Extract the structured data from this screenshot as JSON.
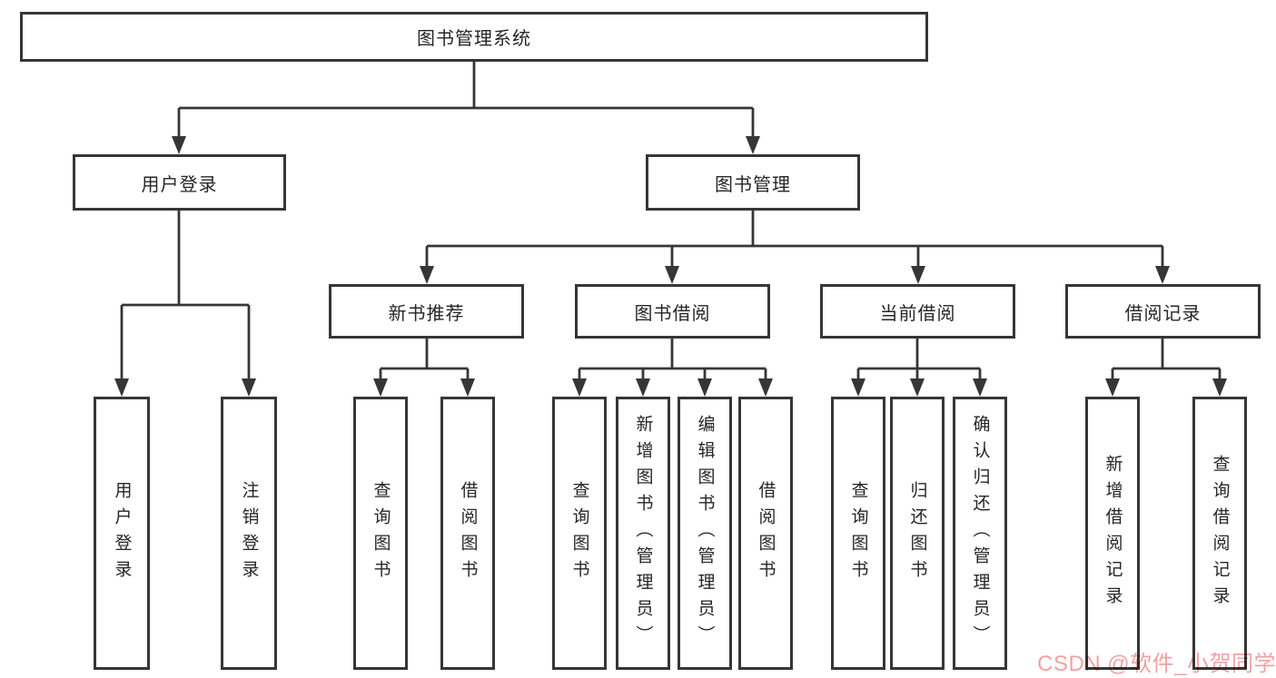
{
  "root": {
    "label": "图书管理系统"
  },
  "nodes": {
    "user_login": {
      "label": "用户登录"
    },
    "book_mgmt": {
      "label": "图书管理"
    },
    "new_book": {
      "label": "新书推荐"
    },
    "book_borrow": {
      "label": "图书借阅"
    },
    "current_borrow": {
      "label": "当前借阅"
    },
    "borrow_records": {
      "label": "借阅记录"
    }
  },
  "leaves": {
    "user_login": [
      "用户登录",
      "注销登录"
    ],
    "new_book": [
      "查询图书",
      "借阅图书"
    ],
    "book_borrow": [
      "查询图书",
      "新增图书（管理员）",
      "编辑图书（管理员）",
      "借阅图书"
    ],
    "current_borrow": [
      "查询图书",
      "归还图书",
      "确认归还（管理员）"
    ],
    "borrow_records": [
      "新增借阅记录",
      "查询借阅记录"
    ]
  },
  "watermark": {
    "text": "CSDN @软件_小贺同学",
    "color": "#efa2a2"
  },
  "colors": {
    "line": "#363636",
    "node_border": "#363636",
    "node_text": "#262626",
    "background": "#ffffff"
  }
}
